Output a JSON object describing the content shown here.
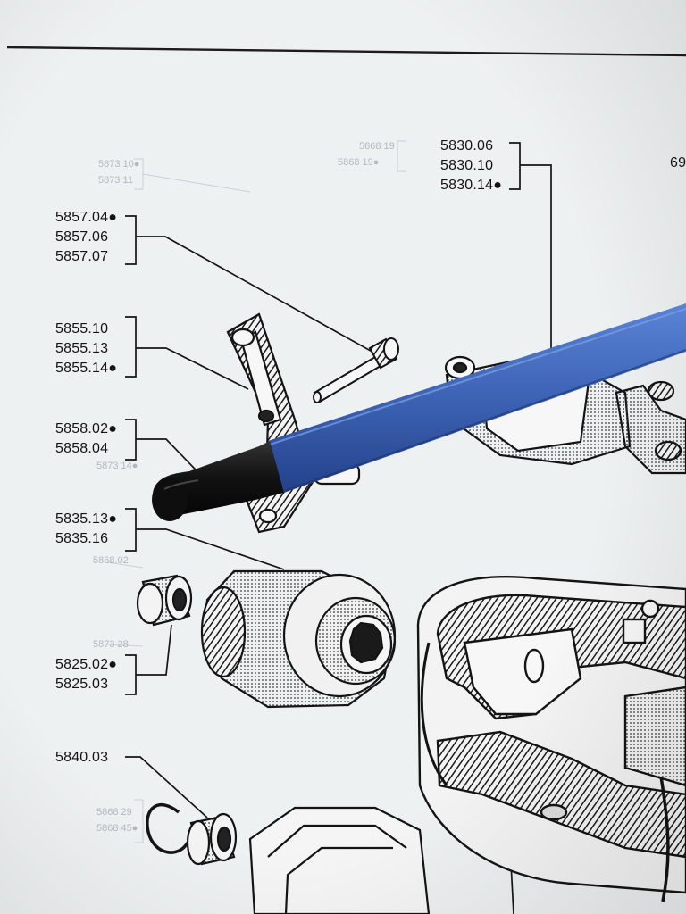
{
  "callouts": [
    {
      "refs": [
        "5830.06",
        "5830.10",
        "5830.14●"
      ]
    },
    {
      "refs": [
        "5857.04●",
        "5857.06",
        "5857.07"
      ]
    },
    {
      "refs": [
        "5855.10",
        "5855.13",
        "5855.14●"
      ]
    },
    {
      "refs": [
        "5858.02●",
        "5858.04"
      ]
    },
    {
      "refs": [
        "5835.13●",
        "5835.16"
      ]
    },
    {
      "refs": [
        "5825.02●",
        "5825.03"
      ]
    },
    {
      "refs": [
        "5840.03"
      ]
    }
  ],
  "edge_ref": "69",
  "show_through": [
    "5873 10●",
    "5873 11",
    "5868 19",
    "5868 19●",
    "5873 14●",
    "5868.02",
    "5873 28",
    "5868 29",
    "5868 45●"
  ],
  "colors": {
    "paper": "#eef1f2",
    "ink": "#141414",
    "pen_body": "#3f66b8",
    "pen_tip": "#111111"
  }
}
